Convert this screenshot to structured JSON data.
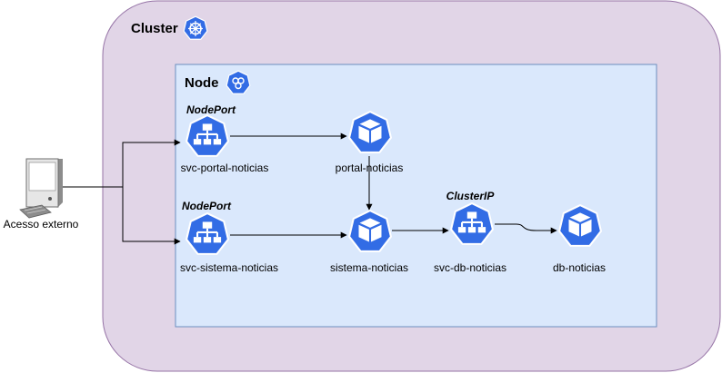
{
  "cluster": {
    "title": "Cluster",
    "icon": "kubernetes-wheel-icon",
    "fill": "#e1d5e7",
    "stroke": "#9673a6"
  },
  "node": {
    "title": "Node",
    "icon": "kubernetes-node-icon",
    "fill": "#dae8fc",
    "stroke": "#6c8ebf"
  },
  "external": {
    "label": "Acesso externo",
    "icon": "computer-icon"
  },
  "services": {
    "portal": {
      "type": "NodePort",
      "label": "svc-portal-noticias",
      "icon": "service-icon"
    },
    "sistema": {
      "type": "NodePort",
      "label": "svc-sistema-noticias",
      "icon": "service-icon"
    },
    "db": {
      "type": "ClusterIP",
      "label": "svc-db-noticias",
      "icon": "service-icon"
    }
  },
  "pods": {
    "portal": {
      "label": "portal-noticias",
      "icon": "pod-icon"
    },
    "sistema": {
      "label": "sistema-noticias",
      "icon": "pod-icon"
    },
    "db": {
      "label": "db-noticias",
      "icon": "pod-icon"
    }
  },
  "colors": {
    "k8s_blue": "#326ce5"
  }
}
